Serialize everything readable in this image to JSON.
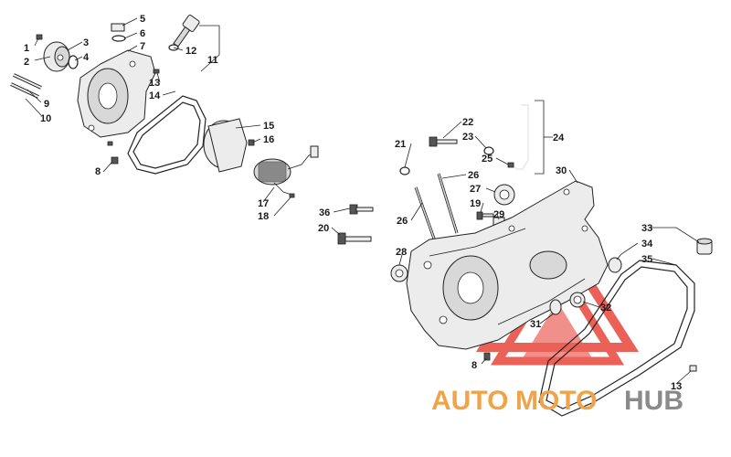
{
  "callouts": {
    "c1": "1",
    "c2": "2",
    "c3": "3",
    "c4": "4",
    "c5": "5",
    "c6": "6",
    "c7": "7",
    "c8a": "8",
    "c8b": "8",
    "c9": "9",
    "c10": "10",
    "c11": "11",
    "c12": "12",
    "c13a": "13",
    "c13b": "13",
    "c14": "14",
    "c15": "15",
    "c16": "16",
    "c17": "17",
    "c18": "18",
    "c19": "19",
    "c20": "20",
    "c21": "21",
    "c22": "22",
    "c23": "23",
    "c24": "24",
    "c25": "25",
    "c26a": "26",
    "c26b": "26",
    "c27": "27",
    "c28": "28",
    "c29": "29",
    "c30": "30",
    "c31": "31",
    "c32": "32",
    "c33": "33",
    "c34": "34",
    "c35": "35",
    "c36": "36"
  },
  "watermark": {
    "part1": "AUTO",
    "part2": "MOTO",
    "part3": "HUB"
  },
  "colors": {
    "watermark_red": "#e8463c",
    "watermark_orange": "#f0a44a",
    "watermark_gray": "#8a8a8a",
    "line": "#222222"
  }
}
